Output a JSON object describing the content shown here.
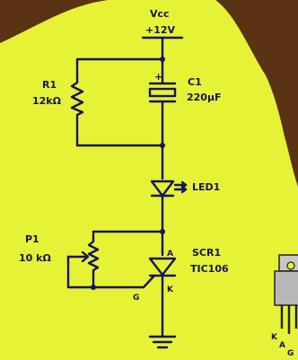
{
  "power": {
    "label_top": "Vcc",
    "label_bottom": "+12V"
  },
  "components": {
    "r1": {
      "name": "R1",
      "value": "12kΩ"
    },
    "c1": {
      "name": "C1",
      "value": "220µF",
      "polarity": "+"
    },
    "led": {
      "name": "LED1"
    },
    "p1": {
      "name": "P1",
      "value": "10 kΩ"
    },
    "scr": {
      "name": "SCR1",
      "part": "TIC106",
      "pin_anode": "A",
      "pin_gate": "G",
      "pin_cathode": "K"
    },
    "package": {
      "pin_k": "K",
      "pin_a": "A",
      "pin_g": "G"
    }
  },
  "colors": {
    "board": "#e6f236",
    "ink": "#15155e",
    "background": "#5a3214",
    "package_body": "#b8b8b8"
  },
  "icons": {
    "ground": "ground-icon",
    "resistor": "resistor-icon",
    "capacitor": "capacitor-icon",
    "diode": "led-icon",
    "thyristor": "scr-icon",
    "potentiometer": "potentiometer-icon"
  }
}
